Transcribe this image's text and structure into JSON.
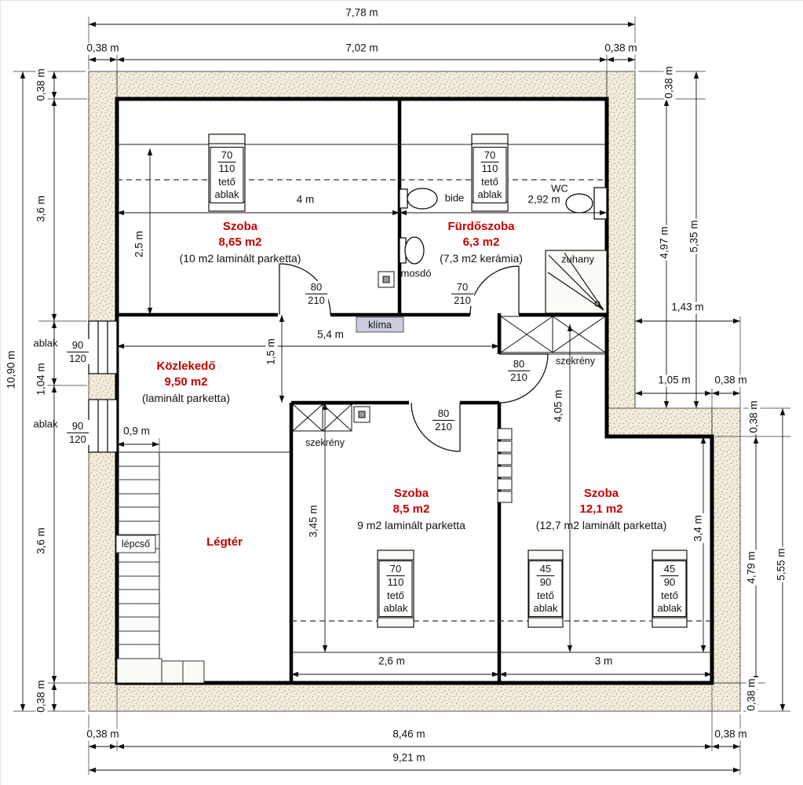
{
  "dims": {
    "top_total": "7,78 m",
    "top_inner": "7,02 m",
    "top_wall_left": "0,38 m",
    "top_wall_right": "0,38 m",
    "left_total": "10,90 m",
    "left_wall_top": "0,38 m",
    "left_upper": "3,6 m",
    "left_mid": "1,04 m",
    "left_lower": "3,6 m",
    "left_wall_bottom": "0,38 m",
    "right_wall_top": "0,38 m",
    "right_upper": "4,97 m",
    "right_upper_total": "5,35 m",
    "step_total": "1,43 m",
    "step_inner": "1,05 m",
    "step_wall": "0,38 m",
    "notch_wall": "0,38 m",
    "right_lower": "4,79 m",
    "right_lower_total": "5,55 m",
    "right_wall_bottom": "0,38 m",
    "bottom_wall_left": "0,38 m",
    "bottom_inner": "8,46 m",
    "bottom_wall_right": "0,38 m",
    "bottom_total": "9,21 m",
    "room1_w": "4 m",
    "room1_d": "2,5 m",
    "bath_w": "2,92 m",
    "corridor_w": "5,4 m",
    "corridor_d": "1,5 m",
    "stairs_w": "0,9 m",
    "room2_d": "3,45 m",
    "room2_w": "2,6 m",
    "room3_h": "4,05 m",
    "room3_d": "3,4 m",
    "room3_w": "3 m"
  },
  "rooms": {
    "room1": {
      "name": "Szoba",
      "area": "8,65 m2",
      "note": "(10 m2 laminált parketta)"
    },
    "bath": {
      "name": "Fürdőszoba",
      "area": "6,3 m2",
      "note": "(7,3 m2 kerámia)"
    },
    "corridor": {
      "name": "Közlekedő",
      "area": "9,50 m2",
      "note": "(laminált parketta)"
    },
    "room2": {
      "name": "Szoba",
      "area": "8,5 m2",
      "note": "9 m2 laminált parketta"
    },
    "room3": {
      "name": "Szoba",
      "area": "12,1 m2",
      "note": "(12,7 m2 laminált parketta)"
    },
    "void": {
      "name": "Légtér"
    }
  },
  "fixtures": {
    "bide": "bide",
    "wc": "WC",
    "mosdo": "mosdó",
    "zuhany": "zuhany",
    "klima": "klíma",
    "szekreny": "szekrény",
    "lepcso": "lépcső",
    "ablak": "ablak"
  },
  "openings": {
    "roof70": {
      "w": "70",
      "h": "110",
      "line1": "tető",
      "line2": "ablak"
    },
    "roof45": {
      "w": "45",
      "h": "90",
      "line1": "tető",
      "line2": "ablak"
    },
    "door80": {
      "w": "80",
      "h": "210"
    },
    "door70": {
      "w": "70",
      "h": "210"
    },
    "win90": {
      "w": "90",
      "h": "120"
    }
  },
  "colors": {
    "room_label": "#c40000",
    "wall_fill": "#f2ecdc",
    "klima_fill": "#ccccdf"
  }
}
